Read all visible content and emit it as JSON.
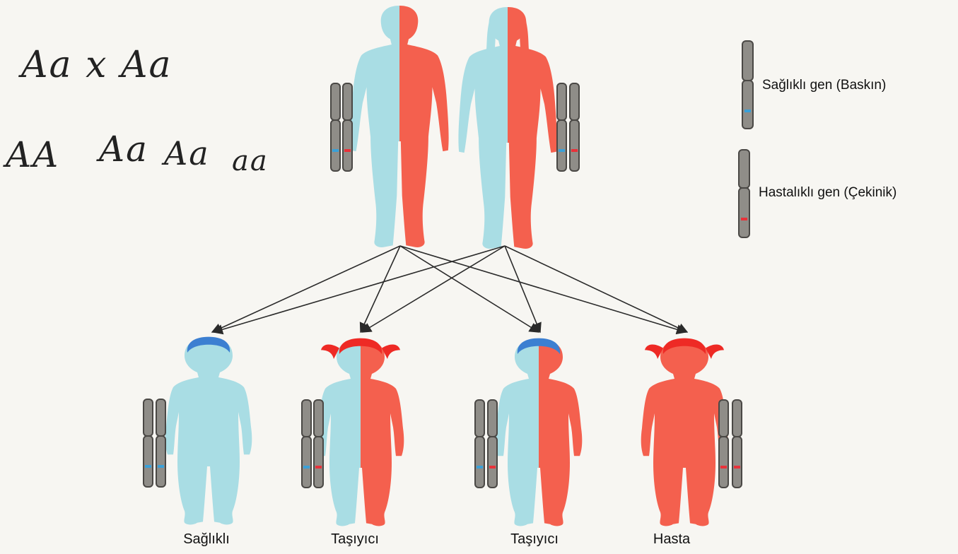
{
  "notes": {
    "cross": "Aa x Aa",
    "offspring": [
      "AA",
      "Aa",
      "Aa",
      "aa"
    ]
  },
  "legend": {
    "healthy_gene": "Sağlıklı gen (Baskın)",
    "diseased_gene": "Hastalıklı gen (Çekinik)"
  },
  "children": [
    {
      "label": "Sağlıklı",
      "genotype": "AA"
    },
    {
      "label": "Taşıyıcı",
      "genotype": "Aa"
    },
    {
      "label": "Taşıyıcı",
      "genotype": "Aa"
    },
    {
      "label": "Hasta",
      "genotype": "aa"
    }
  ],
  "colors": {
    "healthy": "#a9dde4",
    "diseased": "#f4604e",
    "hair_boy": "#3c7fd1",
    "hair_girl": "#ee2a25",
    "chromosome": "#8f8d88",
    "chromosome_dark": "#4a4845",
    "gene_blue": "#3aa0d8",
    "gene_red": "#e8323a",
    "arrow": "#2a2a2a"
  },
  "icons": {
    "chromosome": "chromosome-icon",
    "arrow": "inheritance-arrow"
  }
}
